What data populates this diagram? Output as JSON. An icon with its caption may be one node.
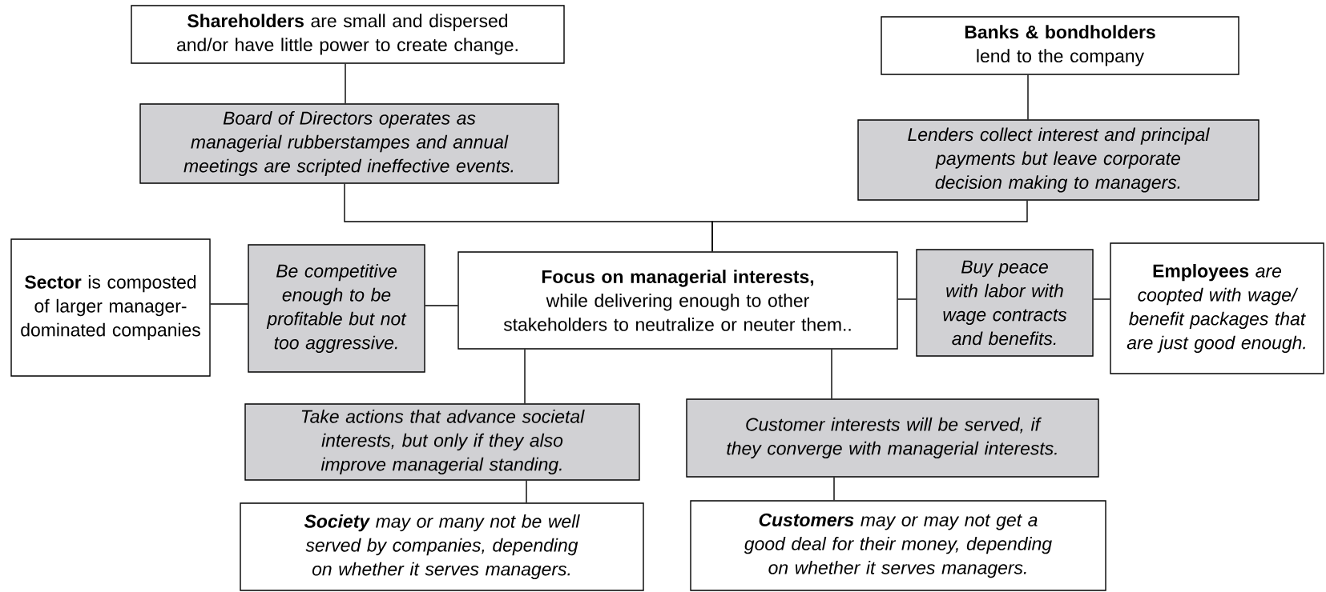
{
  "diagram": {
    "nodes": [
      {
        "text": [
          "**Shareholders** are small and dispersed and/or have little power to create change."
        ]
      },
      {
        "text": [
          "Board of Directors operates as managerial rubberstampes and annual meetings are scripted ineffective events."
        ]
      },
      {
        "text": [
          "**Banks & bondholders** lend to the company"
        ]
      },
      {
        "text": [
          "Lenders collect interest and principal payments but leave corporate decision making to managers."
        ]
      },
      {
        "text": [
          "**Sector** is composted of larger manager-dominated companies"
        ]
      },
      {
        "text": [
          "Be competitive enough to be profitable but not too aggressive."
        ]
      },
      {
        "text": [
          "**Focus on managerial interests,** while delivering enough to other stakeholders to neutralize or neuter them.."
        ]
      },
      {
        "text": [
          "Buy peace with labor with wage contracts and benefits."
        ]
      },
      {
        "text": [
          "**Employees** *are coopted with wage/ benefit packages that are just good enough.*"
        ]
      },
      {
        "text": [
          "Take actions that advance societal interests, but only if they also improve managerial standing."
        ]
      },
      {
        "text": [
          "Customer interests will be served, if they converge with managerial interests."
        ]
      },
      {
        "text": [
          "**Society** may or many not be well served by companies, depending on whether it serves managers."
        ]
      },
      {
        "text": [
          "**Customers** may or may not get a good deal for their money, depending on whether it serves managers."
        ]
      }
    ],
    "edges": [
      {
        "from": 0,
        "to": 1,
        "arrow": "none"
      },
      {
        "from": 2,
        "to": 3,
        "arrow": "none"
      },
      {
        "from": 1,
        "to": 6,
        "arrow": "none"
      },
      {
        "from": 3,
        "to": 6,
        "arrow": "none"
      },
      {
        "from": 4,
        "to": 5,
        "arrow": "none"
      },
      {
        "from": 5,
        "to": 6,
        "arrow": "none"
      },
      {
        "from": 6,
        "to": 7,
        "arrow": "none"
      },
      {
        "from": 7,
        "to": 8,
        "arrow": "none"
      },
      {
        "from": 6,
        "to": 9,
        "arrow": "none"
      },
      {
        "from": 9,
        "to": 11,
        "arrow": "none"
      },
      {
        "from": 6,
        "to": 10,
        "arrow": "none"
      },
      {
        "from": 10,
        "to": 12,
        "arrow": "none"
      }
    ]
  }
}
